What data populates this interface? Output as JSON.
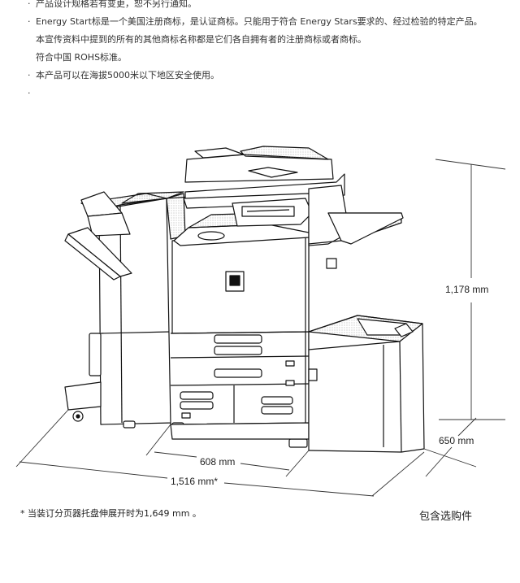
{
  "notes": [
    {
      "bullet": "·",
      "text": "产品设计规格若有变更，恕不另行通知。"
    },
    {
      "bullet": "·",
      "text": "Energy Start标是一个美国注册商标，是认证商标。只能用于符合 Energy Stars要求的、经过检验的特定产品。"
    },
    {
      "bullet": "",
      "text": "本宣传资料中提到的所有的其他商标名称都是它们各自拥有者的注册商标或者商标。"
    },
    {
      "bullet": "",
      "text": "符合中国 ROHS标准。"
    },
    {
      "bullet": "·",
      "text": "本产品可以在海拔5000米以下地区安全使用。"
    },
    {
      "bullet": "·",
      "text": ""
    }
  ],
  "dimensions": {
    "height": "1,178 mm",
    "depth": "650 mm",
    "width_main": "608 mm",
    "width_total": "1,516 mm*"
  },
  "footnote": "* 当装订分页器托盘伸展开时为1,649 mm 。",
  "options_label": "包含选购件"
}
